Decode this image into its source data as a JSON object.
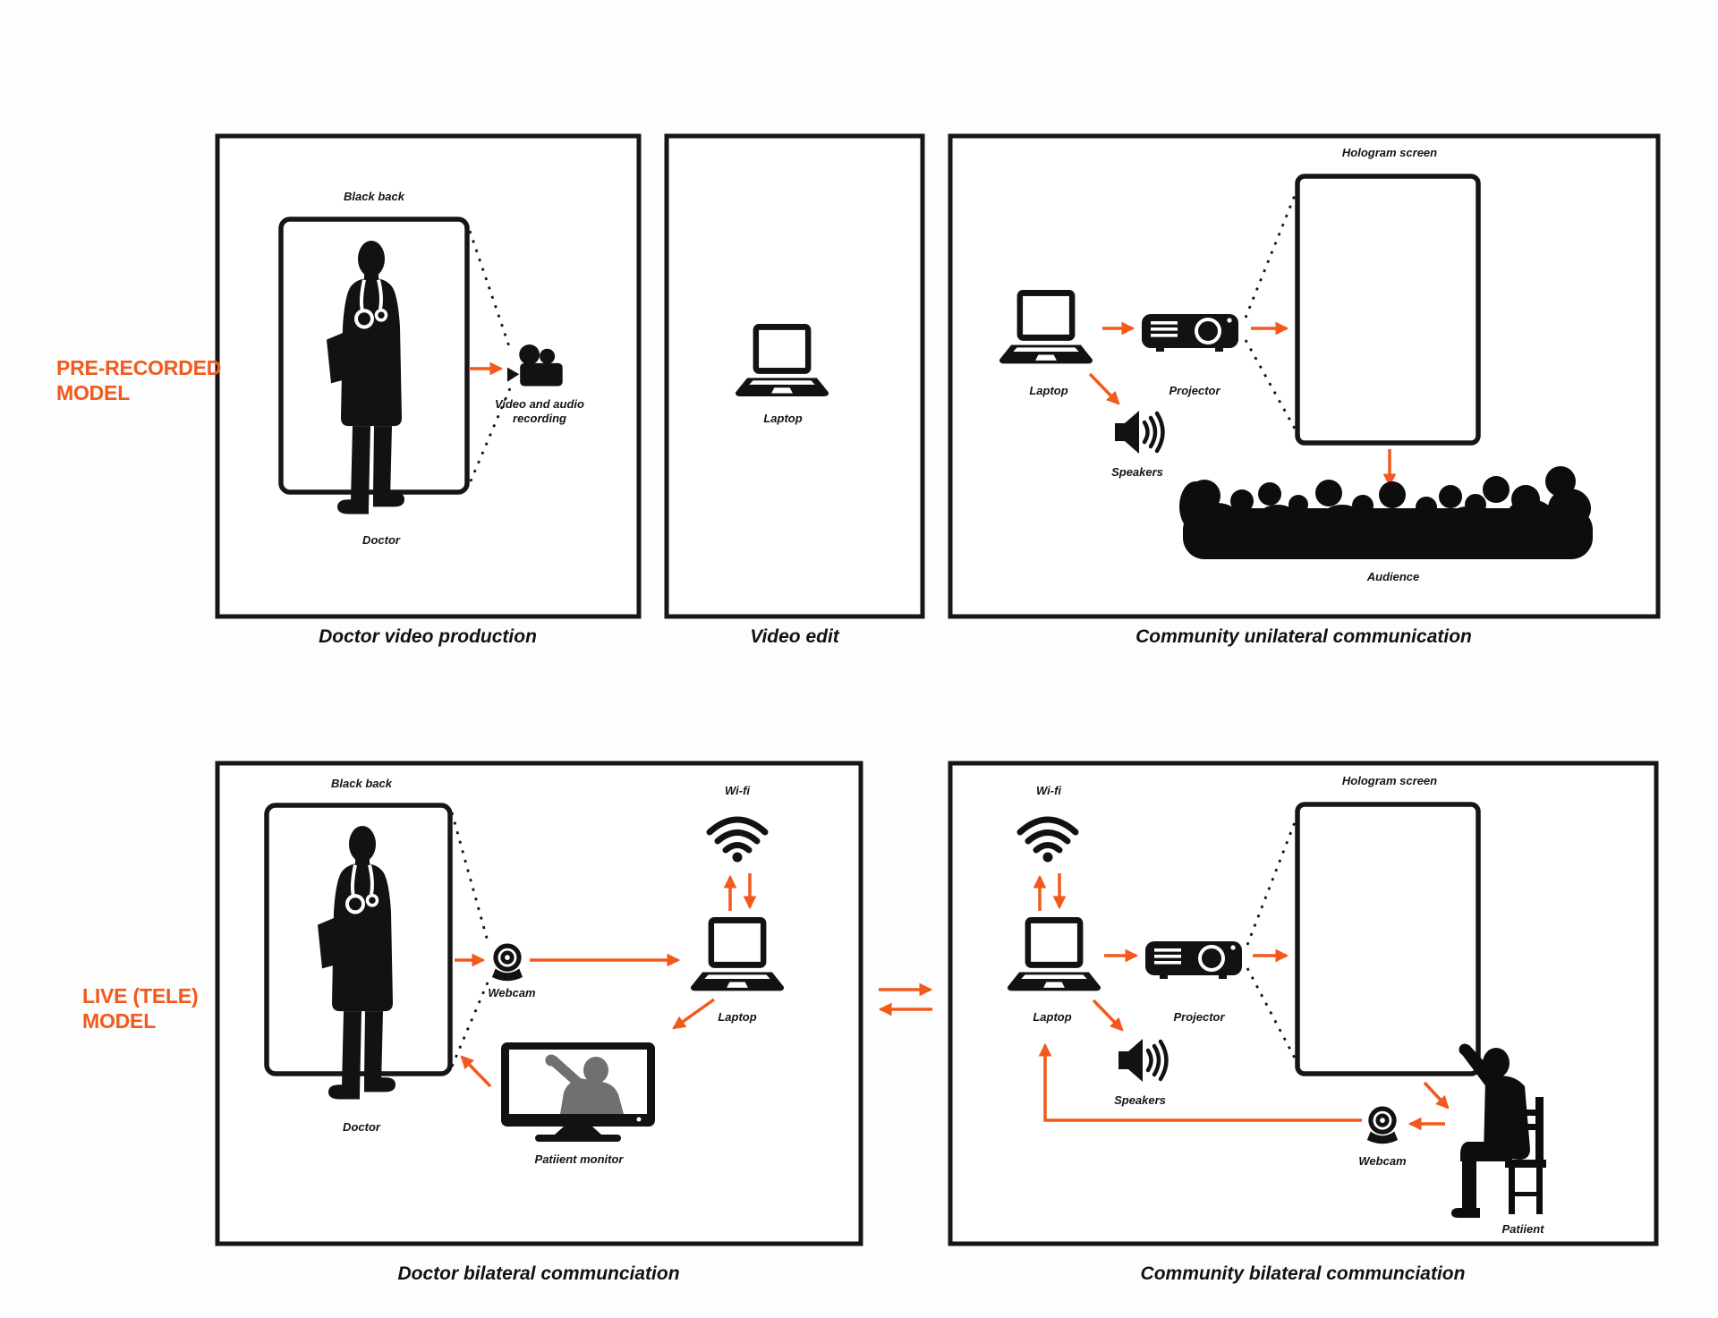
{
  "accent": "#F2591C",
  "ink": "#141414",
  "model_labels": {
    "pre_recorded": "PRE-RECORDED\nMODEL",
    "live": "LIVE (TELE)\nMODEL"
  },
  "panels": {
    "doctor_video_production": {
      "caption": "Doctor video production",
      "black_back": "Black back",
      "doctor": "Doctor",
      "recording": "Video and audio\nrecording"
    },
    "video_edit": {
      "caption": "Video edit",
      "laptop": "Laptop"
    },
    "community_unilateral": {
      "caption": "Community unilateral communication",
      "hologram_screen": "Hologram screen",
      "laptop": "Laptop",
      "projector": "Projector",
      "speakers": "Speakers",
      "audience": "Audience"
    },
    "doctor_bilateral": {
      "caption": "Doctor bilateral communciation",
      "black_back": "Black back",
      "doctor": "Doctor",
      "webcam": "Webcam",
      "wifi": "Wi-fi",
      "laptop": "Laptop",
      "patient_monitor": "Patiient monitor"
    },
    "community_bilateral": {
      "caption": "Community bilateral communciation",
      "wifi": "Wi-fi",
      "laptop": "Laptop",
      "projector": "Projector",
      "speakers": "Speakers",
      "hologram_screen": "Hologram screen",
      "webcam": "Webcam",
      "patient": "Patiient"
    }
  }
}
